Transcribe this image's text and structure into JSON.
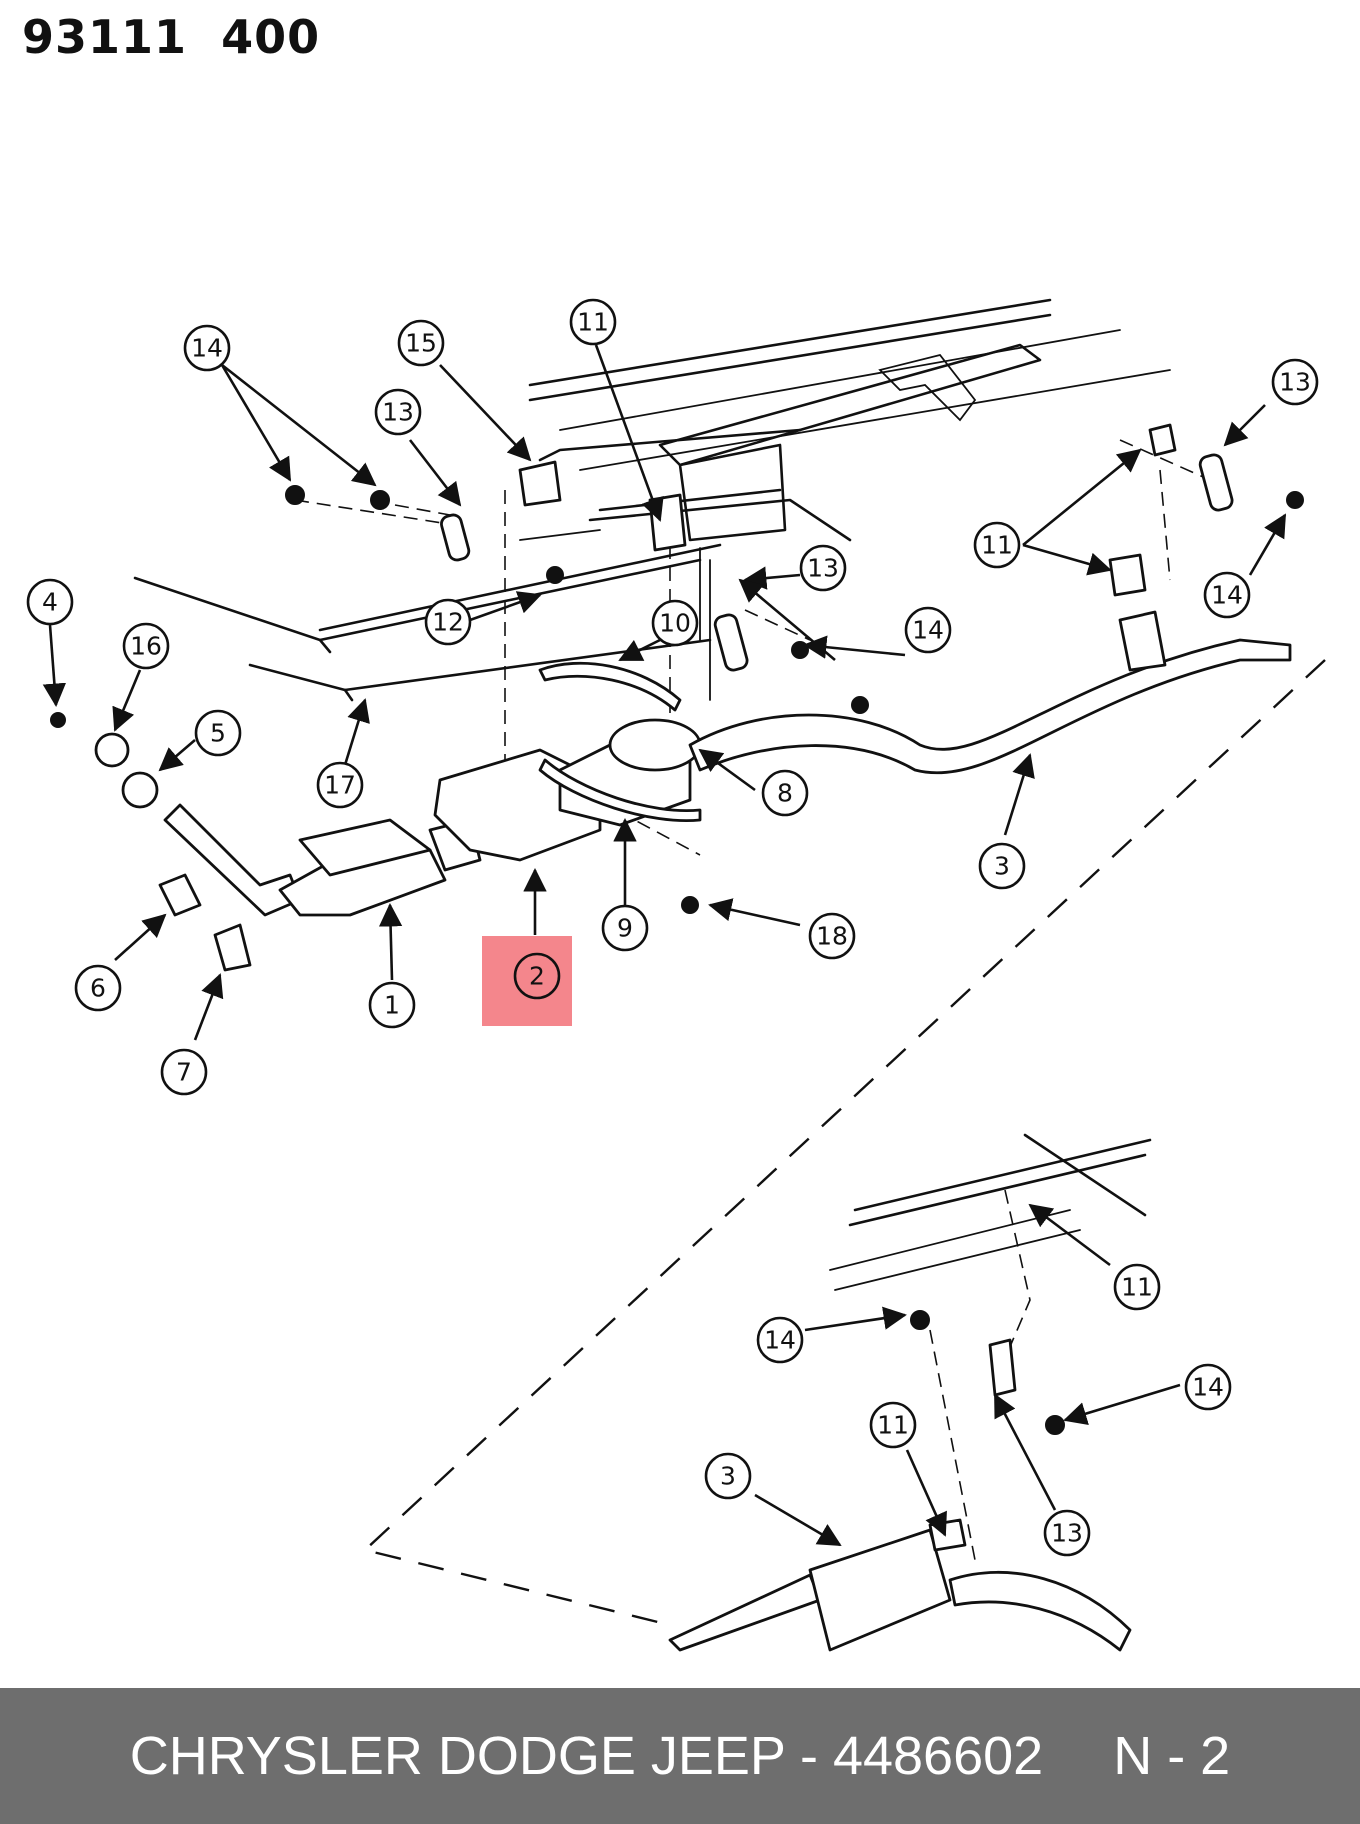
{
  "diagram": {
    "reference_code": "93111  400",
    "highlight_color": "#f4868c",
    "highlighted_part": "2",
    "callouts": [
      "14",
      "15",
      "13",
      "11",
      "13",
      "11",
      "14",
      "4",
      "16",
      "12",
      "10",
      "13",
      "14",
      "5",
      "17",
      "8",
      "3",
      "9",
      "18",
      "1",
      "2",
      "6",
      "7",
      "11",
      "14",
      "14",
      "11",
      "3",
      "13"
    ]
  },
  "footer": {
    "brand": "CHRYSLER DODGE JEEP - 4486602",
    "page": "N - 2",
    "background_color": "#6e6e6e"
  }
}
